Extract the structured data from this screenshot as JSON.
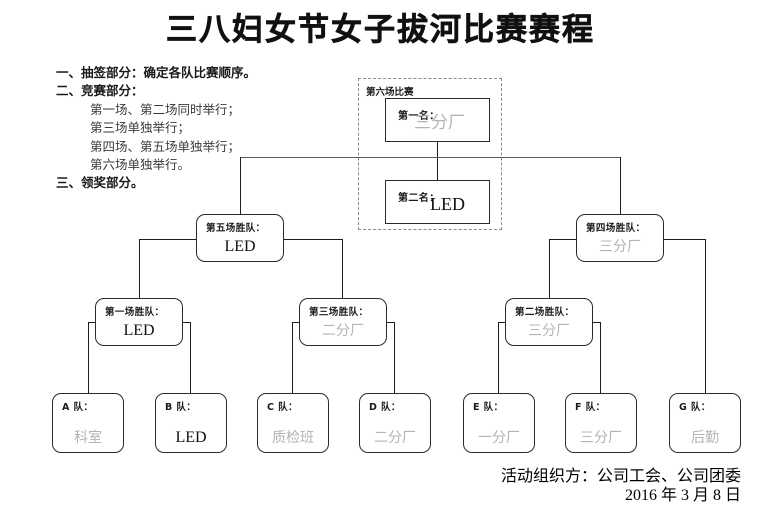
{
  "title": "三八妇女节女子拔河比赛赛程",
  "rules": [
    {
      "text": "一、抽签部分：确定各队比赛顺序。",
      "style": "head"
    },
    {
      "text": "二、竞赛部分：",
      "style": "head"
    },
    {
      "text": "第一场、第二场同时举行；",
      "style": "indent"
    },
    {
      "text": "第三场单独举行；",
      "style": "indent"
    },
    {
      "text": "第四场、第五场单独举行；",
      "style": "indent"
    },
    {
      "text": "第六场单独举行。",
      "style": "indent"
    },
    {
      "text": "三、领奖部分。",
      "style": "head"
    }
  ],
  "final_group": {
    "label": "第六场比赛",
    "first_place": {
      "caption": "第一名：",
      "value": "三分厂",
      "lang": "cn"
    },
    "second_place": {
      "caption": "第二名：",
      "value": "LED",
      "lang": "en"
    }
  },
  "semifinals": [
    {
      "caption": "第五场胜队：",
      "value": "LED",
      "lang": "en"
    },
    {
      "caption": "第四场胜队：",
      "value": "三分厂",
      "lang": "cn"
    }
  ],
  "quarterfinals": [
    {
      "caption": "第一场胜队：",
      "value": "LED",
      "lang": "en"
    },
    {
      "caption": "第三场胜队：",
      "value": "二分厂",
      "lang": "cn"
    },
    {
      "caption": "第二场胜队：",
      "value": "三分厂",
      "lang": "cn"
    }
  ],
  "teams": [
    {
      "caption": "A 队：",
      "value": "科室",
      "lang": "cn"
    },
    {
      "caption": "B 队：",
      "value": "LED",
      "lang": "en"
    },
    {
      "caption": "C 队：",
      "value": "质检班",
      "lang": "cn"
    },
    {
      "caption": "D 队：",
      "value": "二分厂",
      "lang": "cn"
    },
    {
      "caption": "E 队：",
      "value": "一分厂",
      "lang": "cn"
    },
    {
      "caption": "F 队：",
      "value": "三分厂",
      "lang": "cn"
    },
    {
      "caption": "G 队：",
      "value": "后勤",
      "lang": "cn"
    }
  ],
  "footer": {
    "organizer": "活动组织方：公司工会、公司团委",
    "date": "2016 年 3 月 8 日"
  },
  "colors": {
    "line": "#1e1e1e",
    "dashed_border": "#8a8a8a",
    "chinese_value_text": "#b4b4b4",
    "latin_value_text": "#111111"
  }
}
